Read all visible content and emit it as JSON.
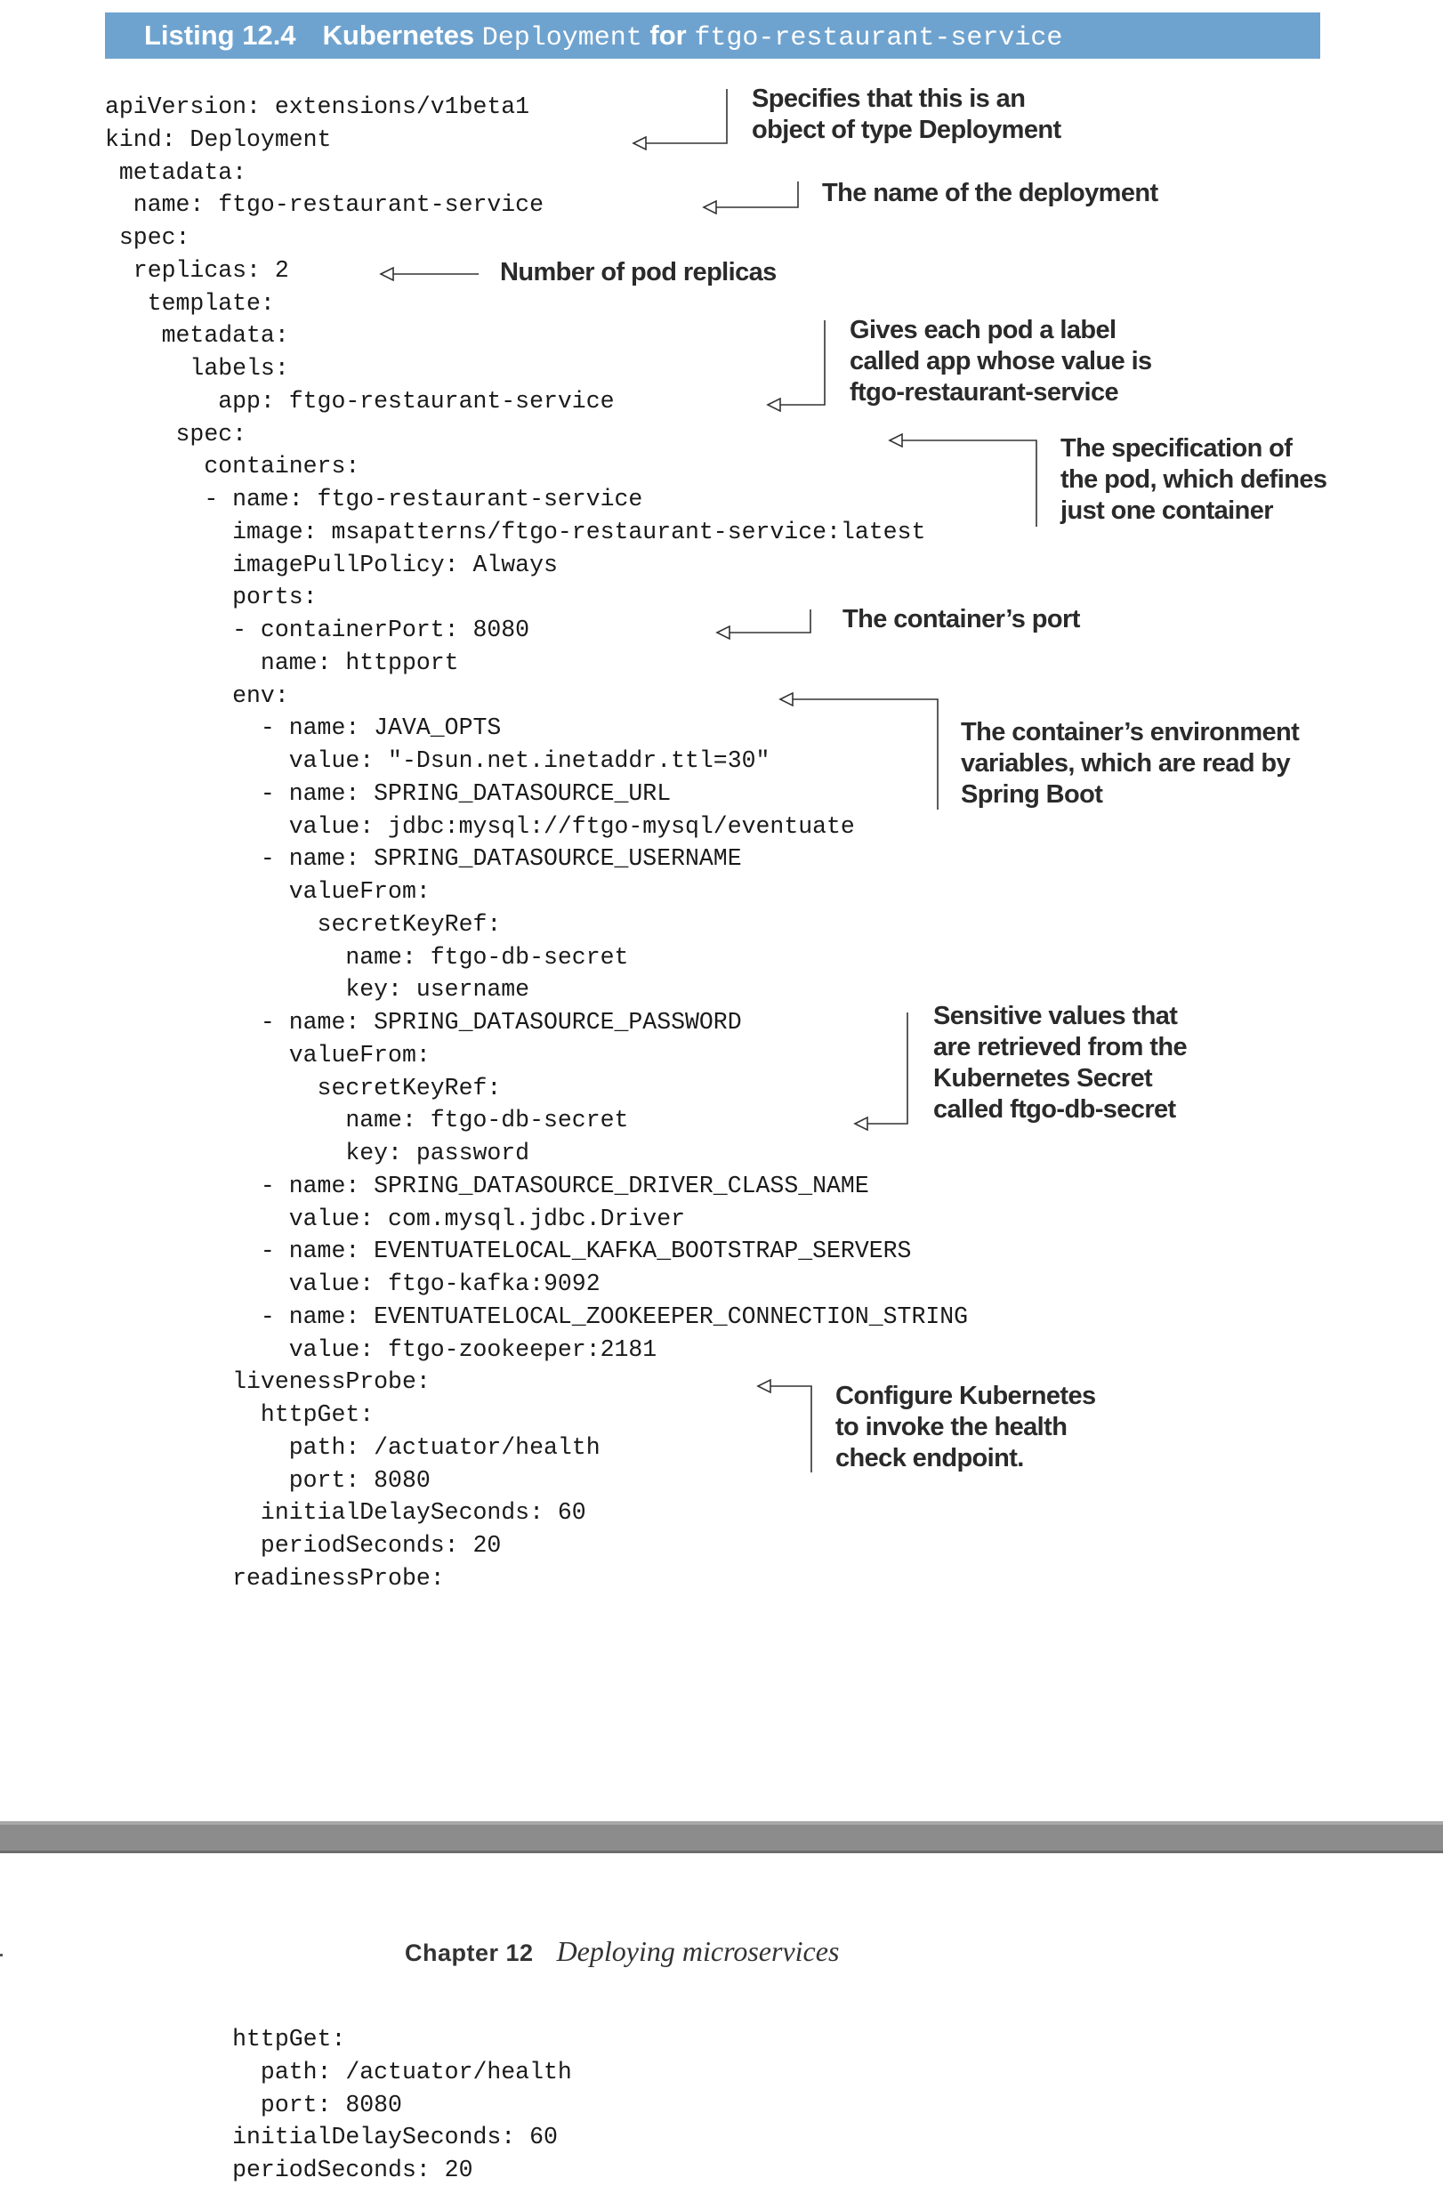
{
  "listing": {
    "label": "Listing 12.4",
    "title_prefix": "Kubernetes",
    "title_code1": "Deployment",
    "title_mid": "for",
    "title_code2": "ftgo-restaurant-service"
  },
  "code_lines": [
    "apiVersion: extensions/v1beta1",
    "kind: Deployment",
    " metadata:",
    "  name: ftgo-restaurant-service",
    " spec:",
    "  replicas: 2",
    "   template:",
    "    metadata:",
    "      labels:",
    "        app: ftgo-restaurant-service",
    "     spec:",
    "       containers:",
    "       - name: ftgo-restaurant-service",
    "         image: msapatterns/ftgo-restaurant-service:latest",
    "         imagePullPolicy: Always",
    "         ports:",
    "         - containerPort: 8080",
    "           name: httpport",
    "         env:",
    "           - name: JAVA_OPTS",
    "             value: \"-Dsun.net.inetaddr.ttl=30\"",
    "           - name: SPRING_DATASOURCE_URL",
    "             value: jdbc:mysql://ftgo-mysql/eventuate",
    "           - name: SPRING_DATASOURCE_USERNAME",
    "             valueFrom:",
    "               secretKeyRef:",
    "                 name: ftgo-db-secret",
    "                 key: username",
    "           - name: SPRING_DATASOURCE_PASSWORD",
    "             valueFrom:",
    "               secretKeyRef:",
    "                 name: ftgo-db-secret",
    "                 key: password",
    "           - name: SPRING_DATASOURCE_DRIVER_CLASS_NAME",
    "             value: com.mysql.jdbc.Driver",
    "           - name: EVENTUATELOCAL_KAFKA_BOOTSTRAP_SERVERS",
    "             value: ftgo-kafka:9092",
    "           - name: EVENTUATELOCAL_ZOOKEEPER_CONNECTION_STRING",
    "             value: ftgo-zookeeper:2181",
    "         livenessProbe:",
    "           httpGet:",
    "             path: /actuator/health",
    "             port: 8080",
    "           initialDelaySeconds: 60",
    "           periodSeconds: 20",
    "         readinessProbe:"
  ],
  "annotations": [
    {
      "lines": [
        "Specifies that this is an",
        "object of type Deployment"
      ]
    },
    {
      "lines": [
        "The name of the deployment"
      ]
    },
    {
      "lines": [
        "Number of pod replicas"
      ]
    },
    {
      "lines": [
        "Gives each pod a label",
        "called app whose value is",
        "ftgo-restaurant-service"
      ]
    },
    {
      "lines": [
        "The specification of",
        "the pod, which defines",
        "just one container"
      ]
    },
    {
      "lines": [
        "The container’s port"
      ]
    },
    {
      "lines": [
        "The container’s environment",
        "variables, which are read by",
        "Spring Boot"
      ]
    },
    {
      "lines": [
        "Sensitive values that",
        "are retrieved from the",
        "Kubernetes Secret",
        "called ftgo-db-secret"
      ]
    },
    {
      "lines": [
        "Configure Kubernetes",
        "to invoke the health",
        "check endpoint."
      ]
    }
  ],
  "running_head": {
    "chapter_label": "Chapter 12",
    "chapter_title": "Deploying microservices"
  },
  "next_page_code": [
    "         httpGet:",
    "           path: /actuator/health",
    "           port: 8080",
    "         initialDelaySeconds: 60",
    "         periodSeconds: 20"
  ]
}
